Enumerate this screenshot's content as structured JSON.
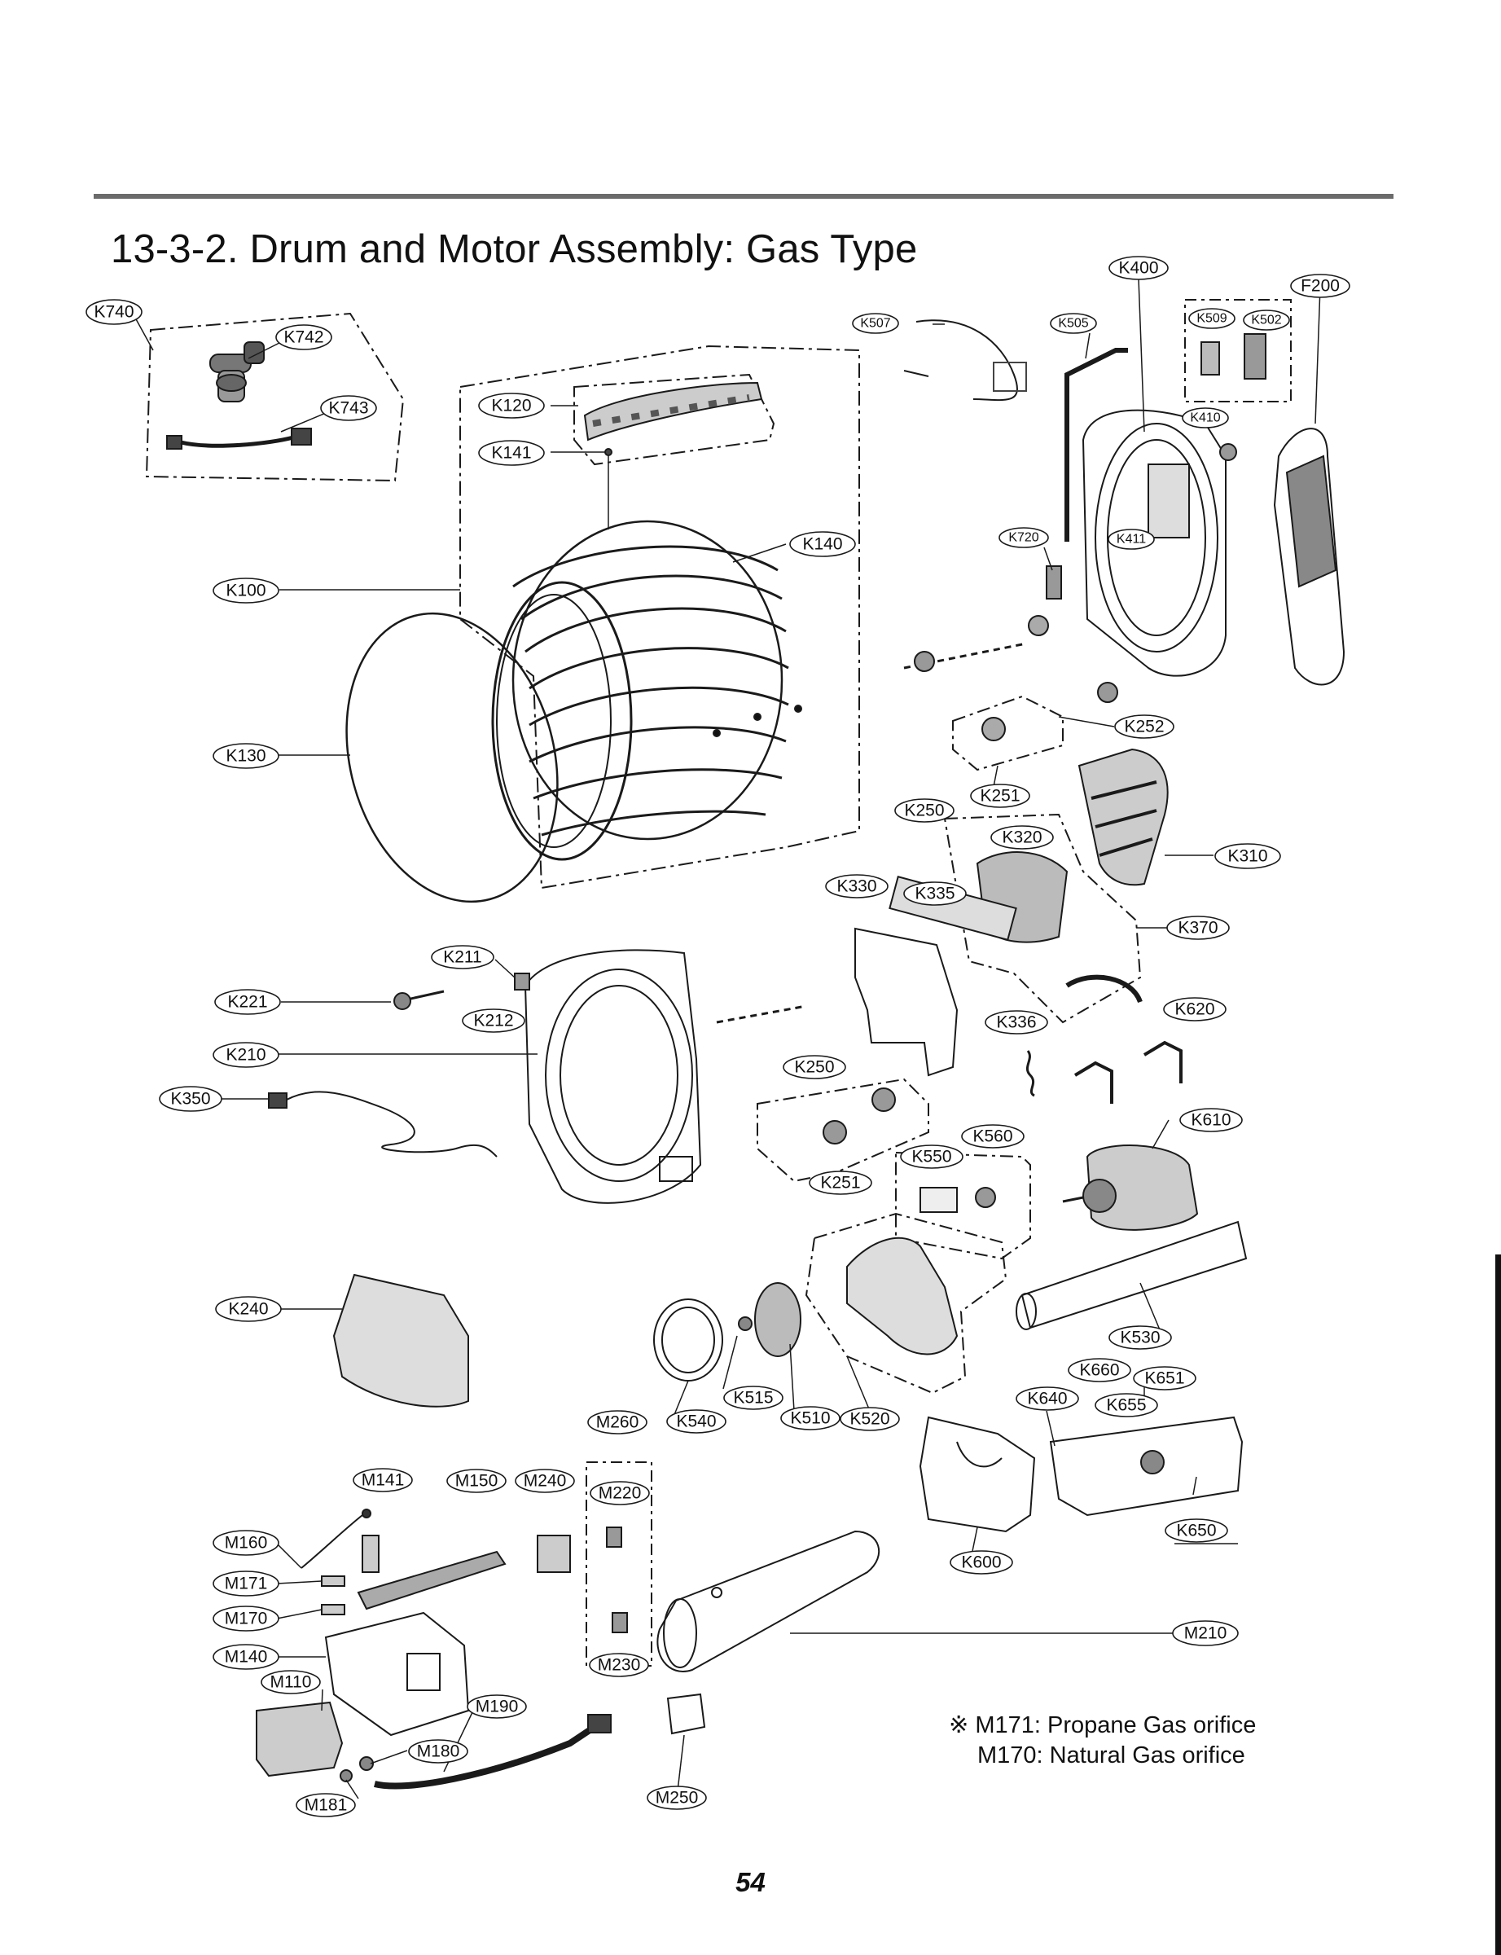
{
  "document": {
    "title": "13-3-2. Drum and Motor Assembly: Gas Type",
    "page_number": "54",
    "note_symbol": "※",
    "note_line1": "M171: Propane Gas orifice",
    "note_line2": "M170: Natural Gas orifice"
  },
  "callouts": {
    "K740": "K740",
    "K742": "K742",
    "K743": "K743",
    "K120": "K120",
    "K141": "K141",
    "K140": "K140",
    "K100": "K100",
    "K130": "K130",
    "K507": "K507",
    "K505": "K505",
    "K400": "K400",
    "K509": "K509",
    "K502": "K502",
    "F200": "F200",
    "K410": "K410",
    "K720": "K720",
    "K411": "K411",
    "K252": "K252",
    "K250a": "K250",
    "K251a": "K251",
    "K320": "K320",
    "K310": "K310",
    "K330": "K330",
    "K335": "K335",
    "K370": "K370",
    "K211": "K211",
    "K221": "K221",
    "K212": "K212",
    "K210": "K210",
    "K350": "K350",
    "K336": "K336",
    "K620": "K620",
    "K250b": "K250",
    "K251b": "K251",
    "K560": "K560",
    "K550": "K550",
    "K610": "K610",
    "K240": "K240",
    "K530": "K530",
    "K660": "K660",
    "K651": "K651",
    "K640": "K640",
    "K655": "K655",
    "K515": "K515",
    "K510": "K510",
    "K520": "K520",
    "K540": "K540",
    "M260": "M260",
    "M141": "M141",
    "M150": "M150",
    "M240": "M240",
    "M220": "M220",
    "M160": "M160",
    "M171": "M171",
    "M170": "M170",
    "M140": "M140",
    "M110": "M110",
    "M190": "M190",
    "M180": "M180",
    "M181": "M181",
    "M230": "M230",
    "M250": "M250",
    "M210": "M210",
    "K650": "K650",
    "K600": "K600"
  }
}
